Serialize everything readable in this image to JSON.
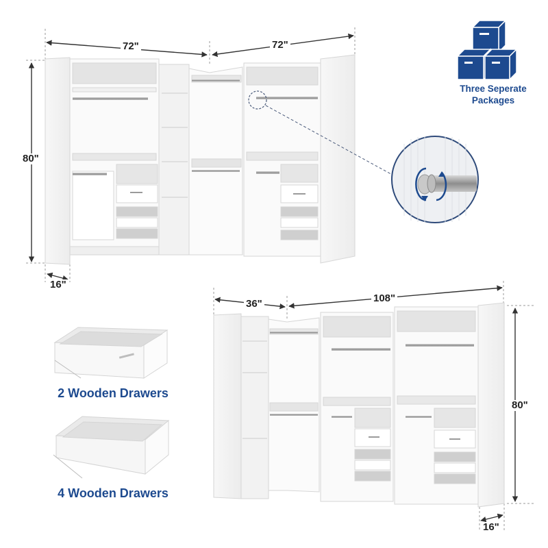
{
  "colors": {
    "brand_blue": "#1d4a8f",
    "panel_white": "#f4f4f4",
    "panel_shade": "#e2e2e2",
    "rod_gray": "#9a9a9a",
    "dim_line": "#333333"
  },
  "top_closet": {
    "dimensions": {
      "left_width": "72\"",
      "right_width": "72\"",
      "height": "80\"",
      "depth": "16\""
    }
  },
  "bottom_closet": {
    "dimensions": {
      "left_width": "36\"",
      "right_width": "108\"",
      "height": "80\"",
      "depth": "16\""
    }
  },
  "packages_badge": {
    "icon": "stacked-boxes-icon",
    "line1": "Three Seperate",
    "line2": "Packages"
  },
  "rod_detail": {
    "icon": "rotate-arrows-icon",
    "caption": ""
  },
  "drawers": [
    {
      "label": "2 Wooden Drawers",
      "type": "closed-front drawer with handle"
    },
    {
      "label": "4 Wooden Drawers",
      "type": "open-front tray drawer"
    }
  ]
}
